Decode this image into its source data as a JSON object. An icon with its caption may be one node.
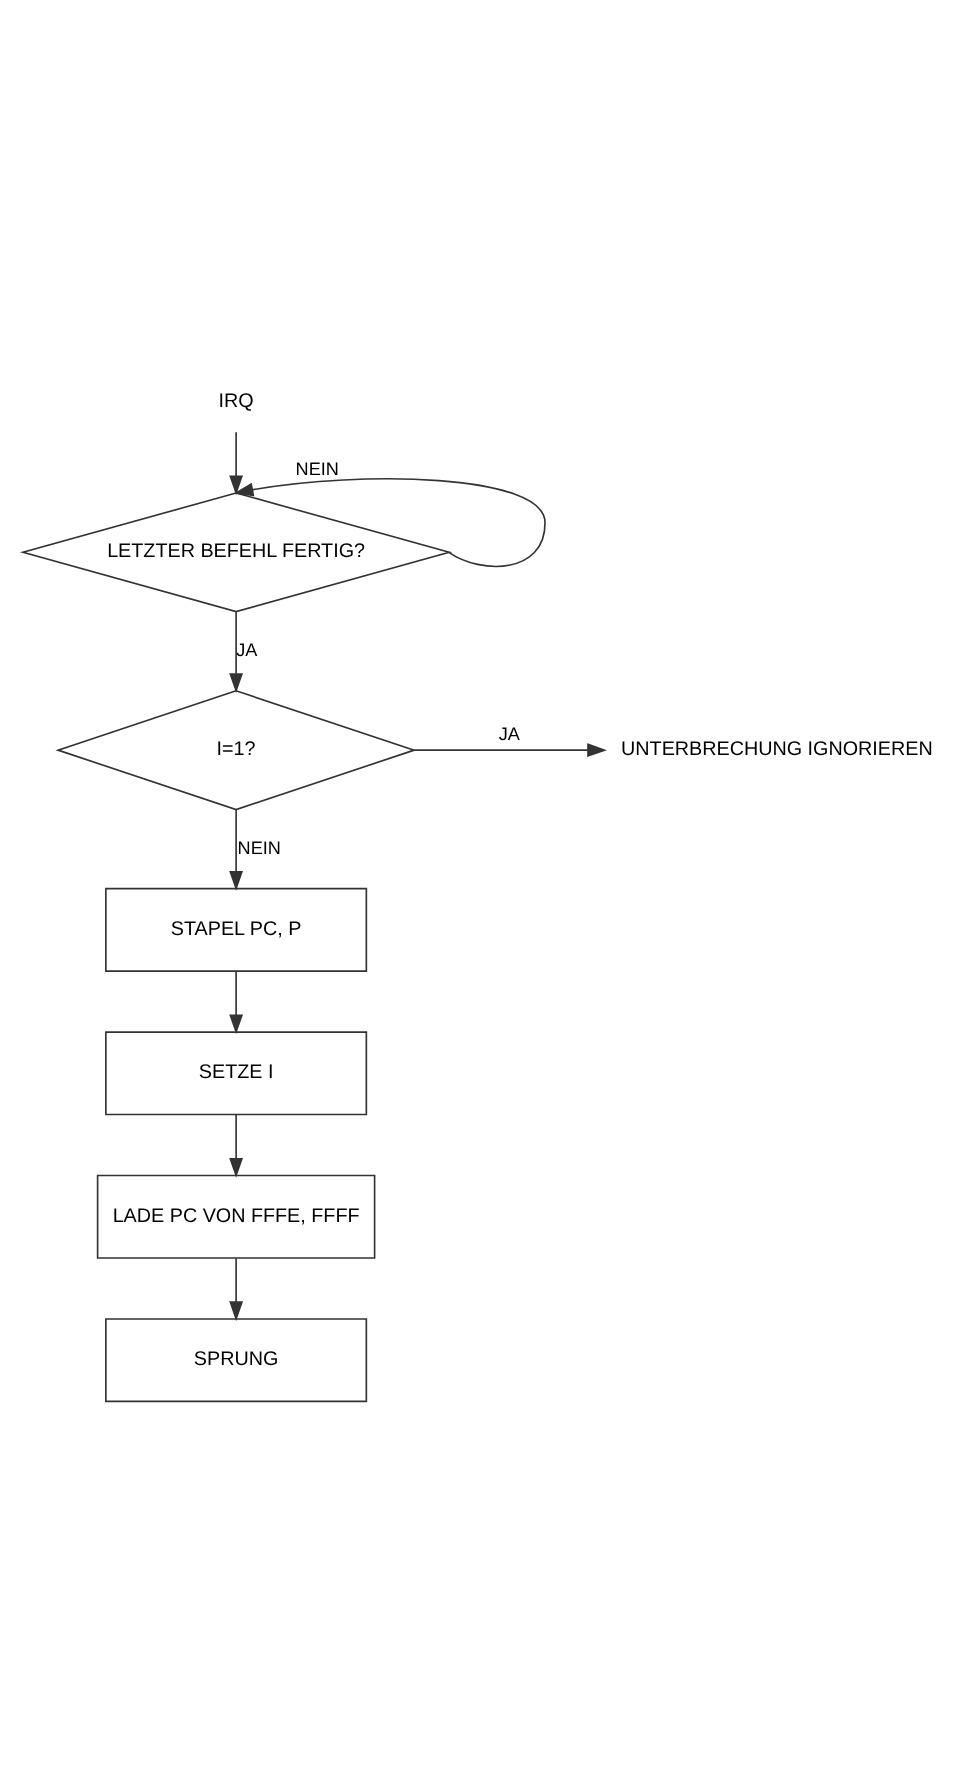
{
  "diagram": {
    "nodes": [
      {
        "text": [
          "IRQ"
        ]
      },
      {
        "text": [
          "LETZTER BEFEHL FERTIG?"
        ]
      },
      {
        "text": [
          "I=1?"
        ]
      },
      {
        "text": [
          "UNTERBRECHUNG IGNORIEREN"
        ]
      },
      {
        "text": [
          "STAPEL PC, P"
        ]
      },
      {
        "text": [
          "SETZE I"
        ]
      },
      {
        "text": [
          "LADE PC VON FFFE, FFFF"
        ]
      },
      {
        "text": [
          "SPRUNG"
        ]
      }
    ],
    "edges": [
      {
        "from": 0,
        "to": 1,
        "arrow": "to"
      },
      {
        "from": 1,
        "to": 1,
        "arrow": "to",
        "label": "NEIN"
      },
      {
        "from": 1,
        "to": 2,
        "arrow": "to",
        "label": "JA"
      },
      {
        "from": 2,
        "to": 3,
        "arrow": "to",
        "label": "JA"
      },
      {
        "from": 2,
        "to": 4,
        "arrow": "to",
        "label": "NEIN"
      },
      {
        "from": 4,
        "to": 5,
        "arrow": "to"
      },
      {
        "from": 5,
        "to": 6,
        "arrow": "to"
      },
      {
        "from": 6,
        "to": 7,
        "arrow": "to"
      }
    ]
  }
}
